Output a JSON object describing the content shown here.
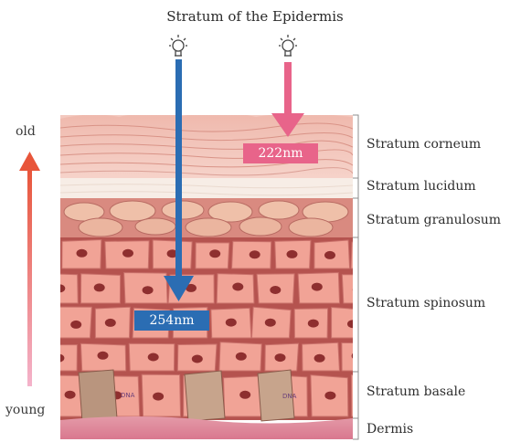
{
  "title": "Stratum of the Epidermis",
  "age_axis": {
    "top_label": "old",
    "bottom_label": "young"
  },
  "layers": [
    {
      "name": "Stratum corneum"
    },
    {
      "name": "Stratum lucidum"
    },
    {
      "name": "Stratum granulosum"
    },
    {
      "name": "Stratum spinosum"
    },
    {
      "name": "Stratum basale"
    },
    {
      "name": "Dermis"
    }
  ],
  "light_sources": [
    {
      "wavelength_label": "254nm",
      "color": "#2b6db3",
      "penetrates_to": "Stratum spinosum"
    },
    {
      "wavelength_label": "222nm",
      "color": "#e8648a",
      "penetrates_to": "Stratum corneum"
    }
  ],
  "cell_labels": [
    "DNA",
    "DNA"
  ],
  "colors": {
    "age_arrow_top": "#e8553a",
    "age_arrow_bottom": "#f2a5c1",
    "cell_fill": "#f1a396",
    "nucleus": "#8e2f2f"
  }
}
